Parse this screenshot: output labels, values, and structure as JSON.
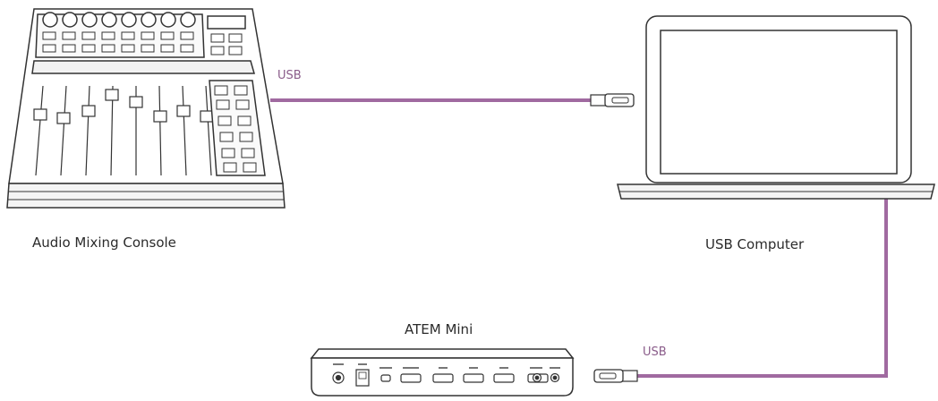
{
  "devices": {
    "mixer": {
      "label": "Audio Mixing Console"
    },
    "computer": {
      "label": "USB Computer"
    },
    "atem": {
      "label": "ATEM Mini"
    }
  },
  "connections": {
    "mixer_computer": {
      "label": "USB"
    },
    "computer_atem": {
      "label": "USB"
    }
  },
  "colors": {
    "cable": "#a06aa0",
    "outline": "#333333",
    "text": "#2b2b2b"
  }
}
